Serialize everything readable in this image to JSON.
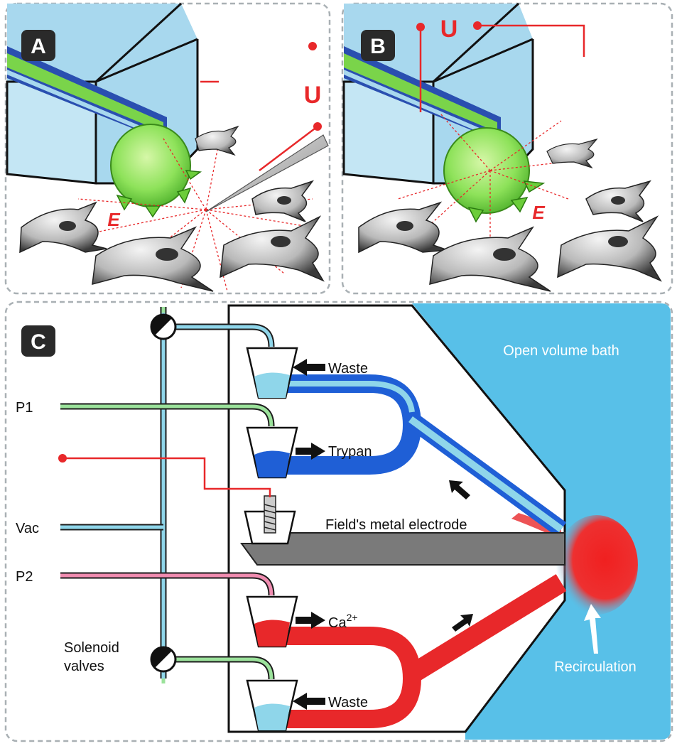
{
  "panels": {
    "a": {
      "letter": "A",
      "voltage": "U",
      "field": "E"
    },
    "b": {
      "letter": "B",
      "voltage": "U",
      "field": "E"
    },
    "c": {
      "letter": "C",
      "bath_label": "Open volume bath",
      "waste_top": "Waste",
      "trypan": "Trypan",
      "electrode": "Field's metal electrode",
      "calcium": "Ca",
      "calcium_sup": "2+",
      "waste_bottom": "Waste",
      "recirculation": "Recirculation",
      "p1": "P1",
      "vac": "Vac",
      "p2": "P2",
      "valves": [
        "Solenoid",
        "valves"
      ]
    }
  },
  "colors": {
    "panel_border": "#a9b0b4",
    "bath": "#58c0e8",
    "chip": "#a8d8ee",
    "green_cell": "#8be05a",
    "red": "#e8282a",
    "blue_trypan": "#1f5fd6",
    "light_blue": "#8fd6ea",
    "electrode_gray": "#7a7a7a"
  }
}
